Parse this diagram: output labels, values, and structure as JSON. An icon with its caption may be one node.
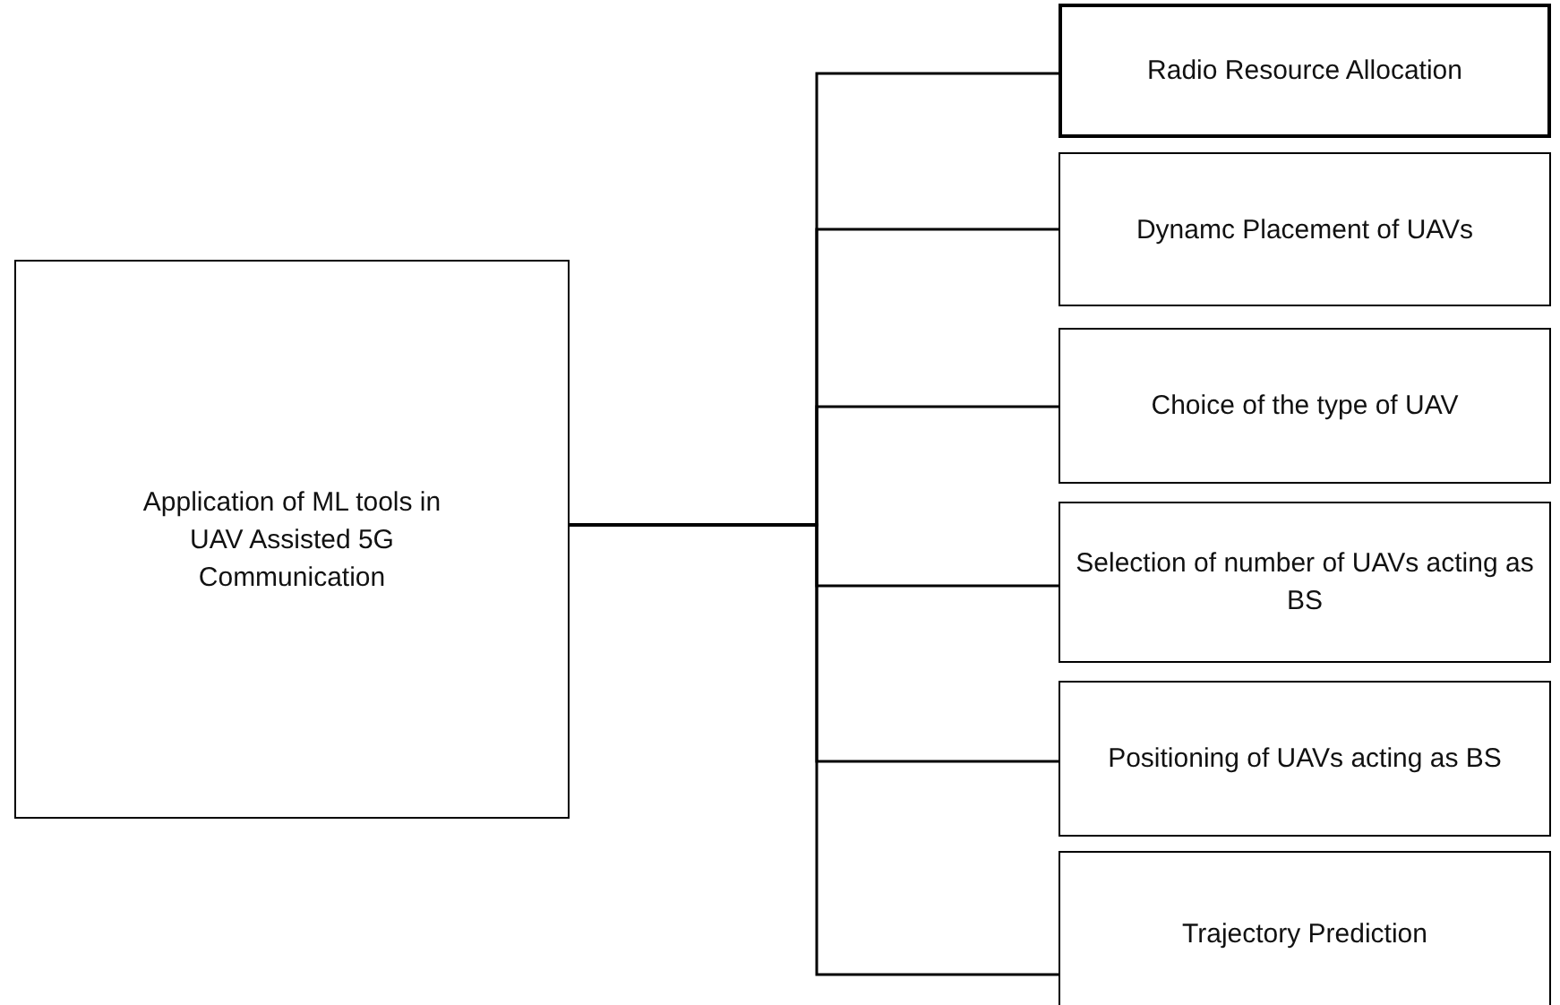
{
  "diagram": {
    "nodes": [
      {
        "text": [
          "Application of ML tools in UAV Assisted 5G Communication"
        ]
      },
      {
        "text": [
          "Radio Resource Allocation"
        ]
      },
      {
        "text": [
          "Dynamc Placement of UAVs"
        ]
      },
      {
        "text": [
          "Choice of the type of UAV"
        ]
      },
      {
        "text": [
          "Selection of number of UAVs acting as BS"
        ]
      },
      {
        "text": [
          "Positioning of UAVs acting as BS"
        ]
      },
      {
        "text": [
          "Trajectory Prediction"
        ]
      }
    ],
    "edges": [
      {
        "from": 0,
        "to": 1,
        "arrow": "none"
      },
      {
        "from": 0,
        "to": 2,
        "arrow": "none"
      },
      {
        "from": 0,
        "to": 3,
        "arrow": "none"
      },
      {
        "from": 0,
        "to": 4,
        "arrow": "none"
      },
      {
        "from": 0,
        "to": 5,
        "arrow": "none"
      },
      {
        "from": 0,
        "to": 6,
        "arrow": "none"
      }
    ]
  }
}
